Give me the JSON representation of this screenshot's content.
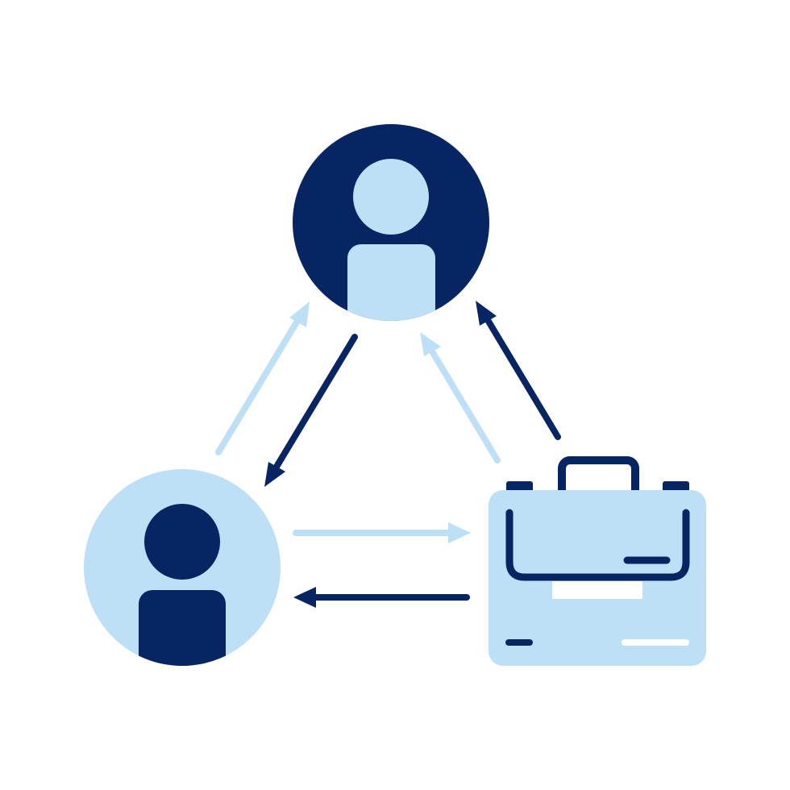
{
  "colors": {
    "dark": "#062562",
    "light": "#bee0f7",
    "background": "#ffffff"
  },
  "nodes": [
    {
      "id": "person-top",
      "icon": "user-icon",
      "style": "dark-circle-light-figure"
    },
    {
      "id": "person-left",
      "icon": "user-icon",
      "style": "light-circle-dark-figure"
    },
    {
      "id": "briefcase",
      "icon": "briefcase-icon",
      "style": "light-fill-dark-outline"
    }
  ],
  "connections": [
    {
      "from": "person-left",
      "to": "person-top",
      "tone": "light"
    },
    {
      "from": "person-top",
      "to": "person-left",
      "tone": "dark"
    },
    {
      "from": "briefcase",
      "to": "person-top",
      "tone": "light"
    },
    {
      "from": "briefcase",
      "to": "person-top",
      "tone": "dark"
    },
    {
      "from": "person-left",
      "to": "briefcase",
      "tone": "light"
    },
    {
      "from": "briefcase",
      "to": "person-left",
      "tone": "dark"
    }
  ]
}
